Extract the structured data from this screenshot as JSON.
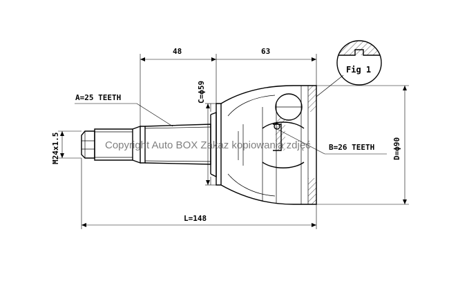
{
  "dimensions": {
    "shaft_length": "48",
    "housing_length": "63",
    "total_length": "L=148",
    "seal_diameter": "C=ϕ59",
    "outer_diameter": "D=ϕ90",
    "thread": "M24x1.5"
  },
  "teeth": {
    "outer": "A=25 TEETH",
    "inner": "B=26 TEETH"
  },
  "figure_label": "Fig 1",
  "watermark": "Copyright Auto BOX Zakaz kopiowania zdjęć"
}
